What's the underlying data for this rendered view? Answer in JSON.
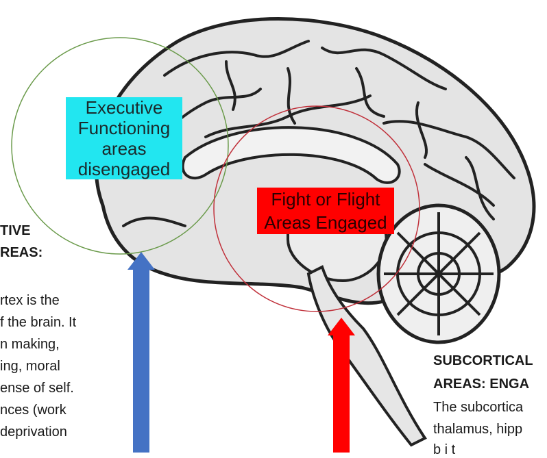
{
  "labels": {
    "executive": [
      "Executive",
      "Functioning",
      "areas",
      "disengaged"
    ],
    "fight_flight": [
      "Fight or Flight",
      "Areas Engaged"
    ]
  },
  "left_panel": {
    "heading": [
      "TIVE",
      "REAS:"
    ],
    "body": [
      "rtex is the",
      "f the brain. It",
      "n making,",
      "ing, moral",
      "ense of self.",
      "nces (work",
      "deprivation"
    ]
  },
  "right_panel": {
    "heading": [
      "SUBCORTICAL",
      "AREAS: ENGA"
    ],
    "body": [
      "The subcortica",
      "thalamus, hipp",
      "b i t"
    ]
  },
  "colors": {
    "executive_circle": "#6a9a4a",
    "fight_circle": "#c0303a",
    "blue_arrow": "#4472c4",
    "red_arrow": "#ff0000",
    "cyan_label": "#22e6f0",
    "red_label": "#ff0000"
  }
}
